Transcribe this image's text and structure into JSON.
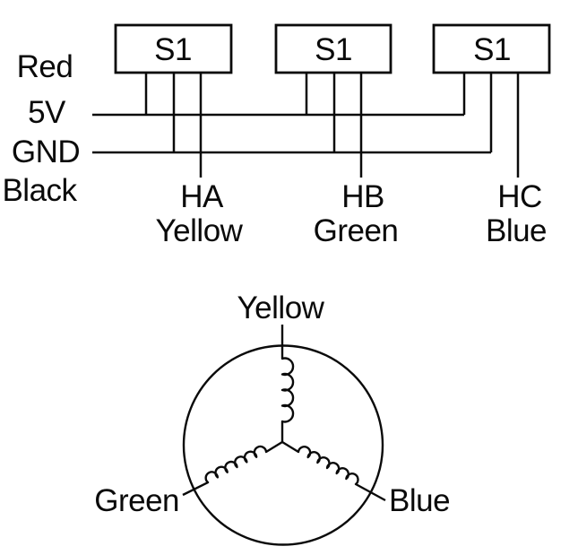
{
  "colors": {
    "background": "#ffffff",
    "ink": "#0a0a0a"
  },
  "sensor_schematic": {
    "rail_labels": {
      "red": "Red",
      "five_v": "5V",
      "gnd": "GND",
      "black": "Black"
    },
    "sensors": [
      {
        "label": "S1"
      },
      {
        "label": "S1"
      },
      {
        "label": "S1"
      }
    ],
    "outputs": [
      {
        "signal": "HA",
        "wire_color": "Yellow"
      },
      {
        "signal": "HB",
        "wire_color": "Green"
      },
      {
        "signal": "HC",
        "wire_color": "Blue"
      }
    ]
  },
  "motor_schematic": {
    "phase_labels": {
      "top": "Yellow",
      "left": "Green",
      "right": "Blue"
    }
  }
}
